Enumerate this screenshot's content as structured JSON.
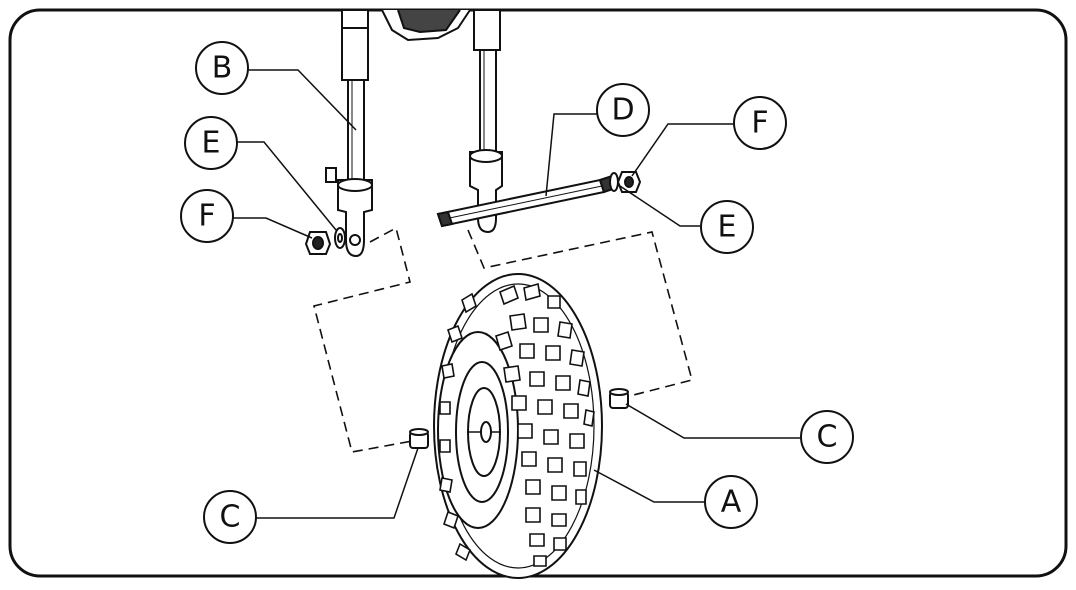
{
  "figure": {
    "type": "exploded-assembly-diagram",
    "subject": "caster wheel and fork assembly",
    "stroke_color": "#111111",
    "background_color": "#ffffff"
  },
  "callouts": [
    {
      "id": "label-a",
      "text": "A",
      "part": "wheel-tire"
    },
    {
      "id": "label-b",
      "text": "B",
      "part": "left-fork-leg"
    },
    {
      "id": "label-c-right",
      "text": "C",
      "part": "right-bearing-spacer"
    },
    {
      "id": "label-c-left",
      "text": "C",
      "part": "left-bearing-spacer"
    },
    {
      "id": "label-d",
      "text": "D",
      "part": "axle-bolt"
    },
    {
      "id": "label-e-left",
      "text": "E",
      "part": "left-washer"
    },
    {
      "id": "label-e-right",
      "text": "E",
      "part": "right-washer"
    },
    {
      "id": "label-f-left",
      "text": "F",
      "part": "left-nut"
    },
    {
      "id": "label-f-right",
      "text": "F",
      "part": "right-nut"
    }
  ]
}
